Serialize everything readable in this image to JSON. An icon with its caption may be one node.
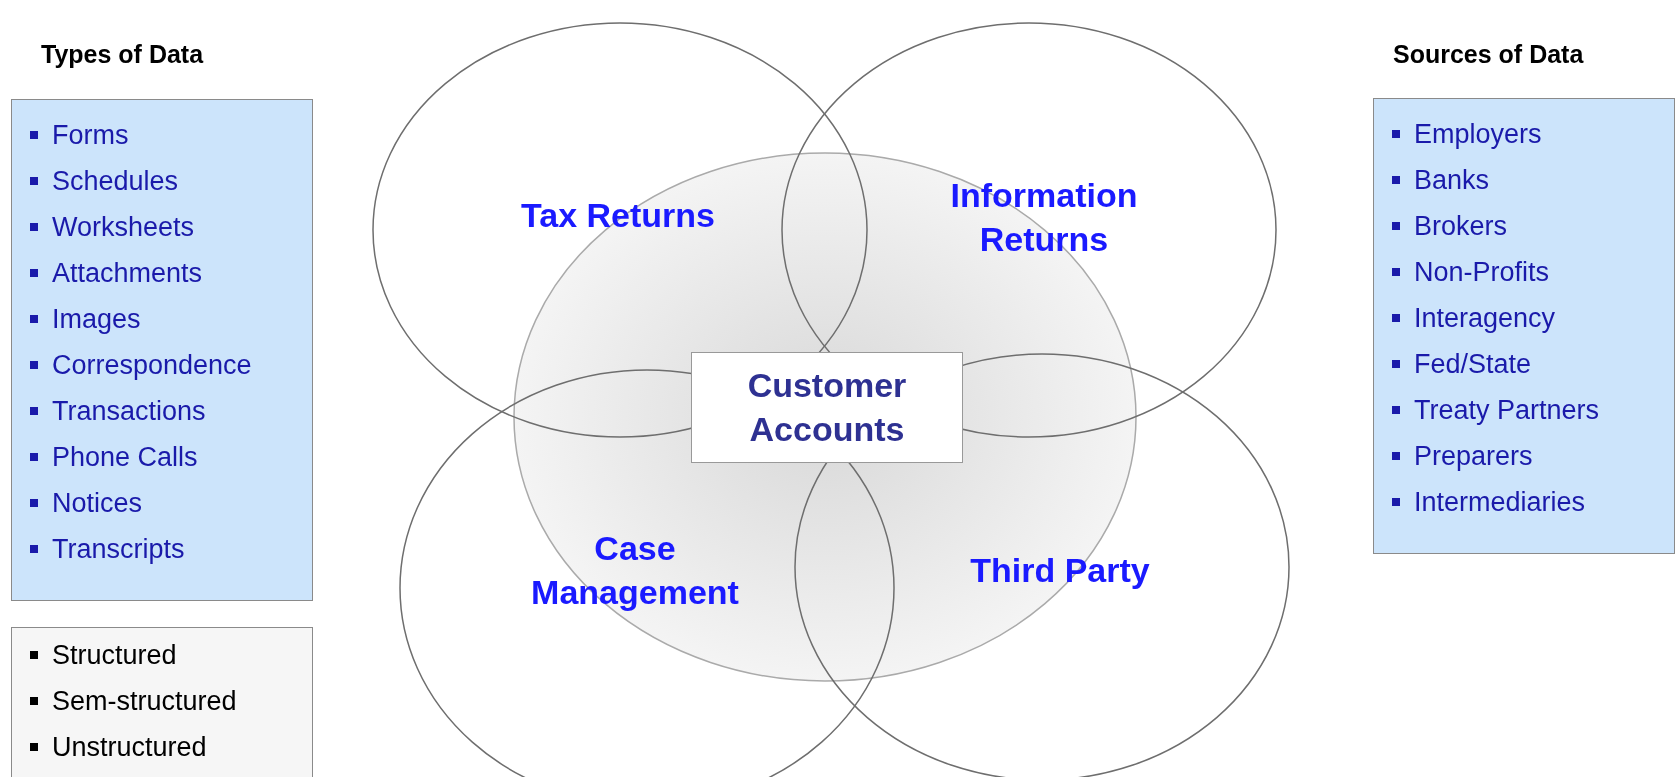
{
  "diagram": {
    "nodes": [
      {
        "text": [
          "Types of Data",
          "Forms",
          "Schedules",
          "Worksheets",
          "Attachments",
          "Images",
          "Correspondence",
          "Transactions",
          "Phone Calls",
          "Notices",
          "Transcripts"
        ]
      },
      {
        "text": [
          "Structured",
          "Sem-structured",
          "Unstructured"
        ]
      },
      {
        "text": [
          "Tax Returns"
        ]
      },
      {
        "text": [
          "Information Returns"
        ]
      },
      {
        "text": [],
        "shape": "circle"
      },
      {
        "text": [
          "Case Management"
        ]
      },
      {
        "text": [
          "Third Party"
        ]
      },
      {
        "text": [
          "Customer Accounts"
        ],
        "in": 4
      },
      {
        "text": [
          "Sources of Data",
          "Employers",
          "Banks",
          "Brokers",
          "Non-Profits",
          "Interagency",
          "Fed/State",
          "Treaty Partners",
          "Preparers",
          "Intermediaries"
        ]
      }
    ],
    "edges": []
  }
}
